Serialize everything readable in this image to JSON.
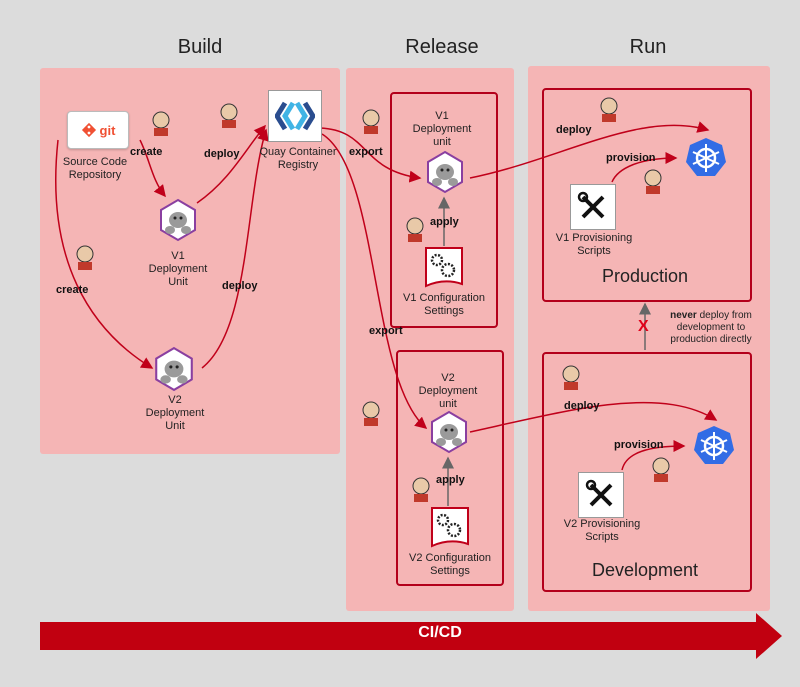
{
  "columns": {
    "build": "Build",
    "release": "Release",
    "run": "Run"
  },
  "build": {
    "git_logo_text": "git",
    "source_label": "Source Code\nRepository",
    "quay_label": "Quay Container\nRegistry",
    "v1_unit_label": "V1\nDeployment\nUnit",
    "v2_unit_label": "V2\nDeployment\nUnit",
    "create_1": "create",
    "create_2": "create",
    "deploy_1": "deploy",
    "deploy_2": "deploy"
  },
  "release": {
    "export_1": "export",
    "export_2": "export",
    "v1_unit_label": "V1\nDeployment\nunit",
    "v2_unit_label": "V2\nDeployment\nunit",
    "apply_1": "apply",
    "apply_2": "apply",
    "v1_config_label": "V1 Configuration\nSettings",
    "v2_config_label": "V2 Configuration\nSettings"
  },
  "run": {
    "production": {
      "title": "Production",
      "deploy": "deploy",
      "provision": "provision",
      "scripts_label": "V1 Provisioning\nScripts"
    },
    "development": {
      "title": "Development",
      "deploy": "deploy",
      "provision": "provision",
      "scripts_label": "V2 Provisioning\nScripts"
    },
    "never_bold": "never",
    "never_text": " deploy from\ndevelopment to\nproduction directly",
    "x_mark": "X"
  },
  "cicd_label": "CI/CD",
  "colors": {
    "arrow_red": "#c0001a",
    "panel_pink": "#f5b5b5",
    "box_border": "#b3001b",
    "cicd_bar": "#c10010",
    "kube_blue": "#326ce5",
    "quay_blue": "#40b4e5",
    "quay_dark": "#2a4d8f"
  },
  "icons": [
    "git-logo",
    "quay-logo",
    "deployment-unit-icon",
    "jenkins-icon",
    "kubernetes-icon",
    "tools-icon",
    "gears-icon"
  ]
}
